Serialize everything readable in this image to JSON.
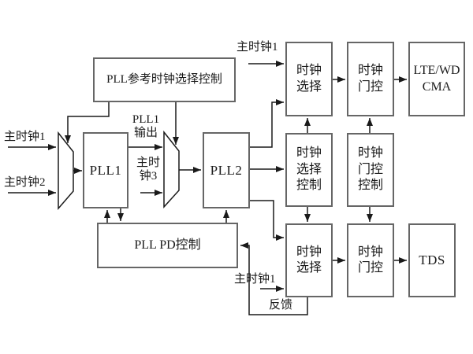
{
  "diagram": {
    "type": "block-diagram",
    "subject": "PLL clock selection and gating system",
    "colors": {
      "background": "#ffffff",
      "box_border": "#666666",
      "line": "#1a1a1a",
      "text": "#1a1a1a"
    },
    "boxes": {
      "pll_ref_ctrl": {
        "label": "PLL参考时钟选择控制"
      },
      "pll1": {
        "label": "PLL1"
      },
      "pll2": {
        "label": "PLL2"
      },
      "pll_pd_ctrl": {
        "label": "PLL PD控制"
      },
      "clk_sel_top": {
        "label": "时钟\n选择"
      },
      "clk_gate_top": {
        "label": "时钟\n门控"
      },
      "lte_wdcma": {
        "label": "LTE/WD\nCMA"
      },
      "clk_sel_ctrl": {
        "label": "时钟\n选择\n控制"
      },
      "clk_gate_ctrl": {
        "label": "时钟\n门控\n控制"
      },
      "clk_sel_bot": {
        "label": "时钟\n选择"
      },
      "clk_gate_bot": {
        "label": "时钟\n门控"
      },
      "tds": {
        "label": "TDS"
      }
    },
    "labels": {
      "main_clk1_left": "主时钟1",
      "main_clk2_left": "主时钟2",
      "pll1_out": "PLL1\n输出",
      "main_clk3": "主时\n钟3",
      "main_clk1_top": "主时钟1",
      "main_clk1_bot": "主时钟1",
      "feedback": "反馈"
    },
    "shapes": {
      "mux1": "input multiplexer (trapezoid)",
      "mux2": "input multiplexer (trapezoid)"
    }
  }
}
